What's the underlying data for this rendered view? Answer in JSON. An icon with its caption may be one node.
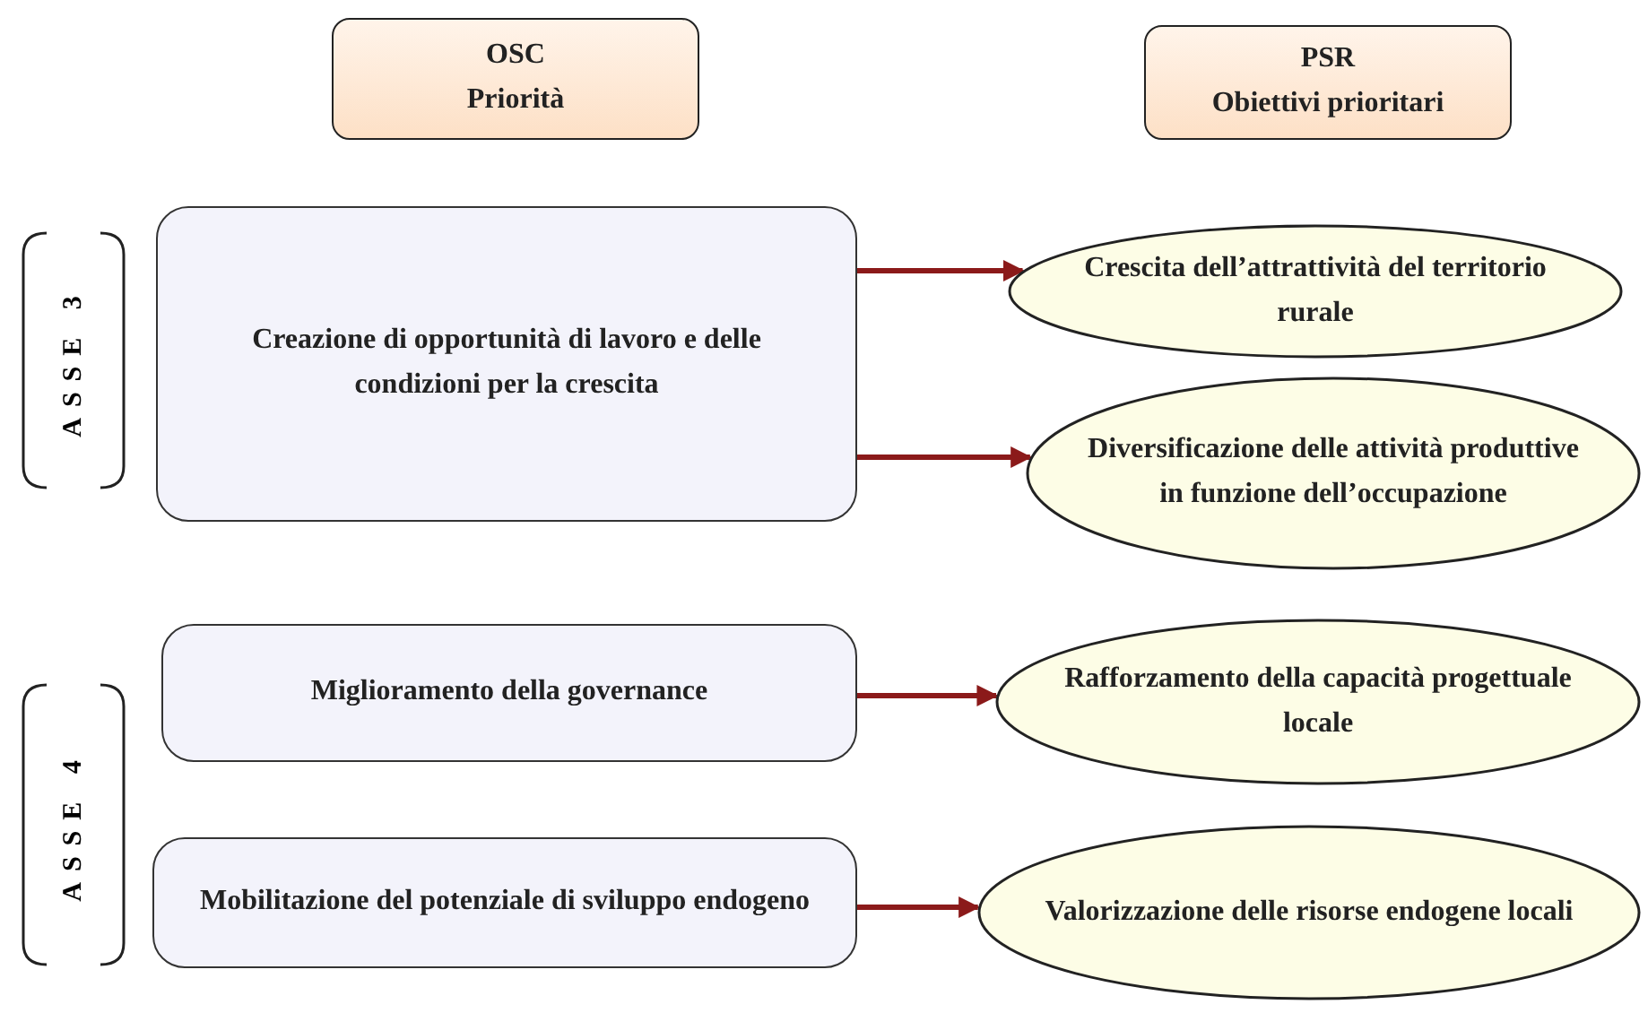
{
  "diagram": {
    "nodes": [
      {
        "text": [
          "OSC",
          "Priorità"
        ]
      },
      {
        "text": [
          "PSR",
          "Obiettivi prioritari"
        ]
      },
      {
        "text": [
          "Creazione di opportunità di lavoro e delle condizioni per la crescita"
        ]
      },
      {
        "text": [
          "Crescita dell’attrattività del territorio rurale"
        ]
      },
      {
        "text": [
          "Diversificazione delle attività produttive in funzione dell’occupazione"
        ]
      },
      {
        "text": [
          "Miglioramento della governance"
        ]
      },
      {
        "text": [
          "Rafforzamento della capacità progettuale locale"
        ]
      },
      {
        "text": [
          "Mobilitazione del potenziale di sviluppo endogeno"
        ]
      },
      {
        "text": [
          "Valorizzazione delle risorse endogene locali"
        ]
      }
    ],
    "edges": [
      {
        "from": 2,
        "to": 3,
        "arrow": "to"
      },
      {
        "from": 2,
        "to": 4,
        "arrow": "to"
      },
      {
        "from": 5,
        "to": 6,
        "arrow": "to"
      },
      {
        "from": 7,
        "to": 8,
        "arrow": "to"
      }
    ],
    "labels": [
      "ASSE 3",
      "ASSE 4"
    ]
  }
}
